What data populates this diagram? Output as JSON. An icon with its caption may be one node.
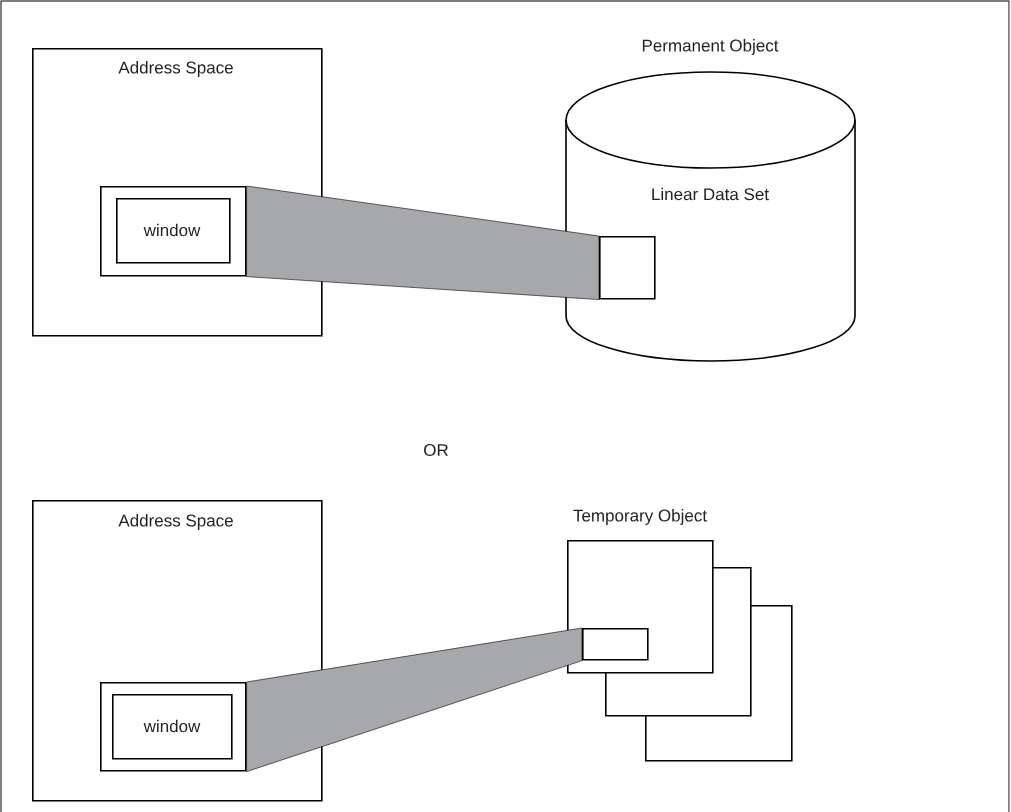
{
  "diagram": {
    "nodes": [
      {
        "text": [
          "Address Space"
        ]
      },
      {
        "text": [],
        "shape": "box",
        "in": 0
      },
      {
        "text": [
          "window"
        ],
        "in": 1
      },
      {
        "text": [
          "Permanent Object",
          "Linear Data Set"
        ]
      },
      {
        "text": [],
        "shape": "box",
        "in": 3
      },
      {
        "text": [
          "Address Space"
        ]
      },
      {
        "text": [],
        "shape": "box",
        "in": 5
      },
      {
        "text": [
          "window"
        ],
        "in": 6
      },
      {
        "text": [
          "Temporary Object"
        ]
      },
      {
        "text": [],
        "shape": "box",
        "in": 8
      },
      {
        "text": [],
        "shape": "box"
      },
      {
        "text": [],
        "shape": "box"
      }
    ],
    "edges": [
      {
        "from": 1,
        "to": 4,
        "arrow": "none"
      },
      {
        "from": 6,
        "to": 9,
        "arrow": "none"
      }
    ],
    "labels": [
      "OR"
    ]
  }
}
